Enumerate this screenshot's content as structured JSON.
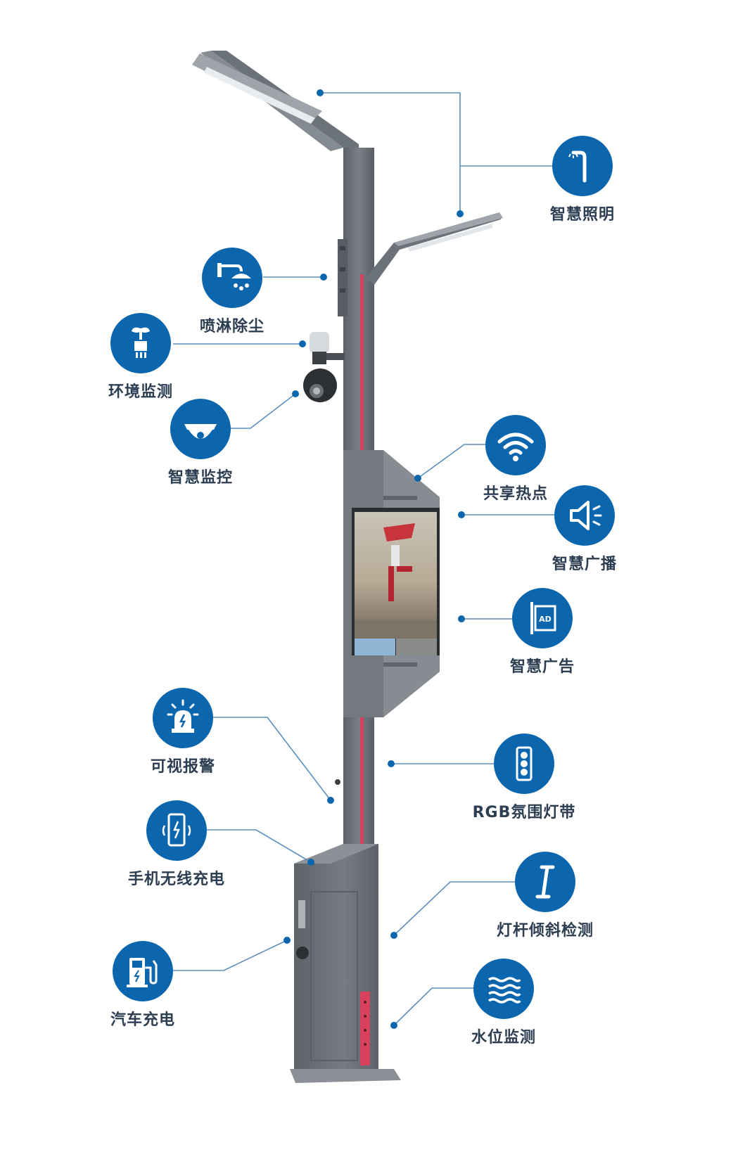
{
  "features": [
    {
      "id": "smart-lighting",
      "label": "智慧照明",
      "icon": "street-lamp-icon"
    },
    {
      "id": "spray-dust",
      "label": "喷淋除尘",
      "icon": "sprinkler-icon"
    },
    {
      "id": "env-monitor",
      "label": "环境监测",
      "icon": "sensor-plant-icon"
    },
    {
      "id": "smart-camera",
      "label": "智慧监控",
      "icon": "dome-camera-icon"
    },
    {
      "id": "wifi-hotspot",
      "label": "共享热点",
      "icon": "wifi-icon"
    },
    {
      "id": "smart-broadcast",
      "label": "智慧广播",
      "icon": "speaker-icon"
    },
    {
      "id": "smart-ad",
      "label": "智慧广告",
      "icon": "ad-sign-icon"
    },
    {
      "id": "visual-alarm",
      "label": "可视报警",
      "icon": "alarm-light-icon"
    },
    {
      "id": "rgb-light-strip",
      "label": "RGB氛围灯带",
      "icon": "light-strip-icon"
    },
    {
      "id": "wireless-charging",
      "label": "手机无线充电",
      "icon": "phone-charging-icon"
    },
    {
      "id": "tilt-detect",
      "label": "灯杆倾斜检测",
      "icon": "tilt-pole-icon"
    },
    {
      "id": "ev-charging",
      "label": "汽车充电",
      "icon": "ev-charger-icon"
    },
    {
      "id": "water-level",
      "label": "水位监测",
      "icon": "water-level-icon"
    }
  ],
  "colors": {
    "accent": "#0b66ad",
    "pole": "#6f757c",
    "pole_dark": "#4f555c",
    "led_strip": "#d9405e",
    "label": "#2d3e52",
    "leader": "#5a8fc0"
  }
}
